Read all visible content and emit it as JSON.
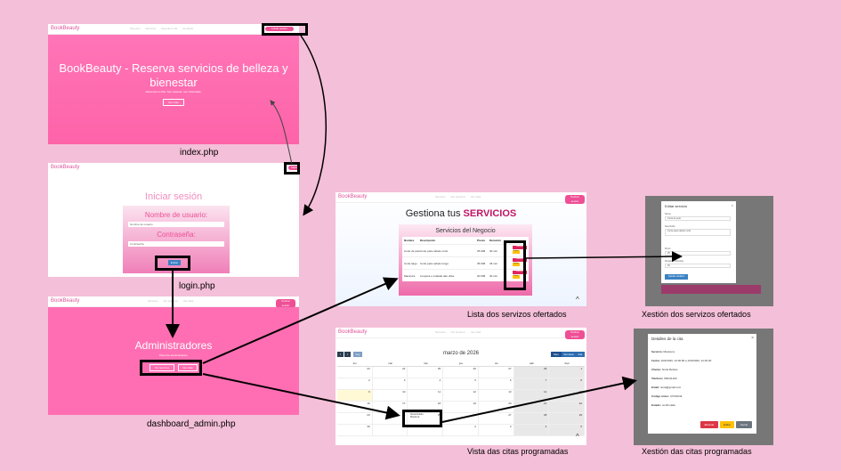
{
  "brand": "BookBeauty",
  "index": {
    "nav": [
      "Servizos",
      "Servizos",
      "Axenda a cita",
      "Contacto"
    ],
    "cta": "Iniciar sesión",
    "title_line1": "BookBeauty - Reserva servicios de belleza y",
    "title_line2": "bienestar",
    "subtitle": "Reservas en liña. Sen esperas, sen chamadas.",
    "hero_button": "Ver máis",
    "caption": "index.php"
  },
  "login": {
    "nav_button": "Inicio",
    "title": "Iniciar sesión",
    "user_label": "Nombre de usuario:",
    "user_placeholder": "Nombre de usuario",
    "pass_label": "Contraseña:",
    "pass_placeholder": "Contraseña",
    "submit": "Entrar",
    "caption": "login.php"
  },
  "dashboard": {
    "nav_button": "Pechar sesión",
    "title": "Administradores",
    "subtitle": "Panel de administración",
    "btn1": "Ver servizos",
    "btn2": "Ver citas",
    "caption": "dashboard_admin.php"
  },
  "services": {
    "nav": [
      "Servizos",
      "Ver servizos",
      "Ver citas"
    ],
    "nav_button": "Pechar sesión",
    "title_prefix": "Gestiona tus ",
    "title_bold": "SERVICIOS",
    "card_title": "Servicios del Negocio",
    "columns": [
      "Nombre",
      "Descripción",
      "Precio",
      "Duración",
      ""
    ],
    "rows": [
      [
        "Corte de pelo",
        "Corte para cabelo curto",
        "25.00€",
        "30 min"
      ],
      [
        "Corte largo",
        "Corte para cabelo longo",
        "35.00€",
        "45 min"
      ],
      [
        "Manicura",
        "Limpeza e coidado das uñas",
        "20.00€",
        "40 min"
      ]
    ],
    "delete": "Eliminar",
    "edit": "Editar",
    "caption": "Lista dos servizos ofertados"
  },
  "edit_modal": {
    "title": "Editar servicio",
    "fields": [
      "Nome",
      "Descrición",
      "Prezo",
      "Duración (minutos)"
    ],
    "values": [
      "Corte de pelo",
      "Corte para cabelo curto",
      "25",
      "30"
    ],
    "save": "Gardar cambios",
    "caption": "Xestión dos servizos ofertados"
  },
  "calendar": {
    "nav": [
      "Servizos",
      "Ver servizos",
      "Ver citas"
    ],
    "nav_button": "Pechar sesión",
    "month": "marzo de 2026",
    "today": "hoy",
    "views": [
      "Mes",
      "Semana",
      "Día"
    ],
    "days": [
      "lun",
      "mar",
      "mié",
      "jue",
      "vie",
      "sáb",
      "dom"
    ],
    "weeks": [
      [
        "23",
        "24",
        "25",
        "26",
        "27",
        "28",
        "1"
      ],
      [
        "2",
        "3",
        "4",
        "5",
        "6",
        "7",
        "8"
      ],
      [
        "9",
        "10",
        "11",
        "12",
        "13",
        "14",
        "15"
      ],
      [
        "16",
        "17",
        "18",
        "19",
        "20",
        "21",
        "22"
      ],
      [
        "23",
        "24",
        "25",
        "26",
        "27",
        "28",
        "29"
      ],
      [
        "30",
        "31",
        "1",
        "2",
        "3",
        "4",
        "5"
      ]
    ],
    "event1": "Nuria Rebolo",
    "event2": "Manicura",
    "caption": "Vista das citas programadas"
  },
  "detail_modal": {
    "title": "Detalles de la cita",
    "lines": [
      [
        "Servicio:",
        "Manicura"
      ],
      [
        "Fecha:",
        "19/3/2026, 12:00:00 a 19/3/2026, 12:40:00"
      ],
      [
        "Cliente:",
        "Nuria Rebolo"
      ],
      [
        "Teléfono:",
        "600111222"
      ],
      [
        "Email:",
        "nuria@gmail.com"
      ],
      [
        "Código único:",
        "CITA0042"
      ],
      [
        "Estado:",
        "confirmada"
      ]
    ],
    "buttons": [
      "Eliminar",
      "Editar",
      "Cerrar"
    ],
    "caption": "Xestión das citas programadas"
  },
  "colors": {
    "background": "#f4bfd8",
    "pink": "#ff6eb2",
    "accent": "#ee4f95"
  }
}
